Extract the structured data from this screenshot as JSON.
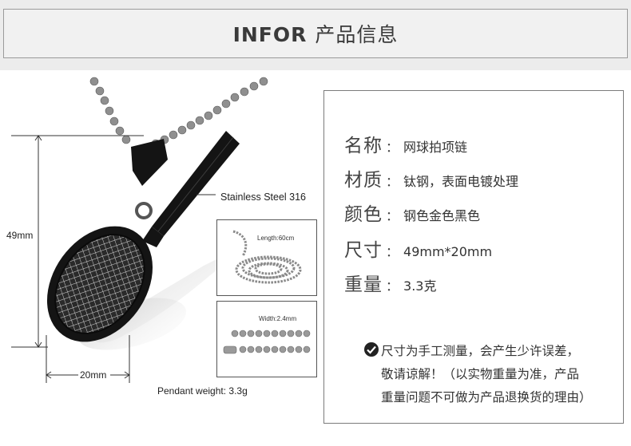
{
  "header": {
    "title_en": "INFOR",
    "title_cn": "产品信息"
  },
  "product": {
    "material_callout": "Stainless Steel 316",
    "height_label": "49mm",
    "width_label": "20mm",
    "weight_label": "Pendant weight: 3.3g",
    "chain_length_label": "Length:60cm",
    "chain_width_label": "Width:2.4mm"
  },
  "specs": [
    {
      "key": "名称",
      "value": "网球拍项链"
    },
    {
      "key": "材质",
      "value": "钛钢，表面电镀处理"
    },
    {
      "key": "颜色",
      "value": "钢色金色黑色"
    },
    {
      "key": "尺寸",
      "value": "49mm*20mm"
    },
    {
      "key": "重量",
      "value": "3.3克"
    }
  ],
  "separator": "：",
  "note": {
    "line1": "尺寸为手工测量，会产生少许误差，",
    "line2": "敬请谅解！（以实物重量为准，产品",
    "line3": "重量问题不可做为产品退换货的理由）",
    "icon": "check-circle-icon"
  },
  "colors": {
    "pendant": "#141414",
    "chain": "#9a9a9a",
    "border": "#7b7b7b",
    "header_bg": "#ececec"
  }
}
